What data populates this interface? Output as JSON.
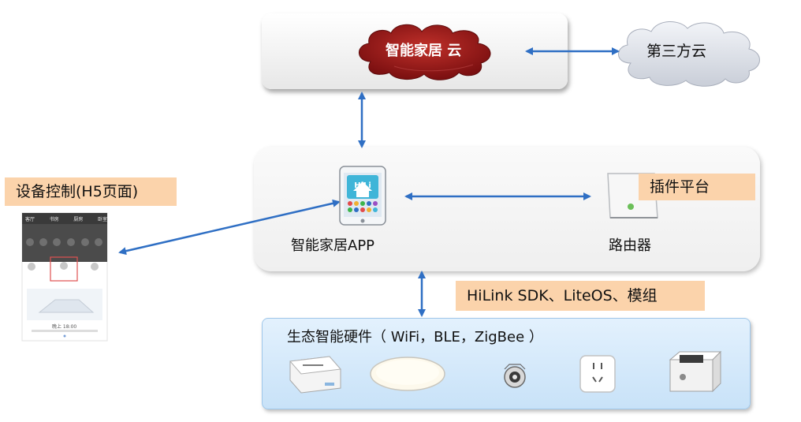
{
  "cloud": {
    "smart_home": "智能家居 云",
    "third_party": "第三方云"
  },
  "app": {
    "label": "智能家居APP",
    "icon_text": "HiLi"
  },
  "router": {
    "label": "路由器"
  },
  "plugin_platform": "插件平台",
  "device_control": "设备控制(H5页面)",
  "sdk": "HiLink SDK、LiteOS、模组",
  "hardware": {
    "title": "生态智能硬件（ WiFi，BLE，ZigBee ）"
  },
  "phone": {
    "tabs": [
      "客厅",
      "书房",
      "厨房",
      "卧室"
    ],
    "status": "晚上 18:00"
  },
  "colors": {
    "arrow": "#2f6fc4",
    "cloud_red": "#9b1b1b",
    "orange": "#fbd3ab",
    "hw_blue": "#d4e9fb"
  }
}
